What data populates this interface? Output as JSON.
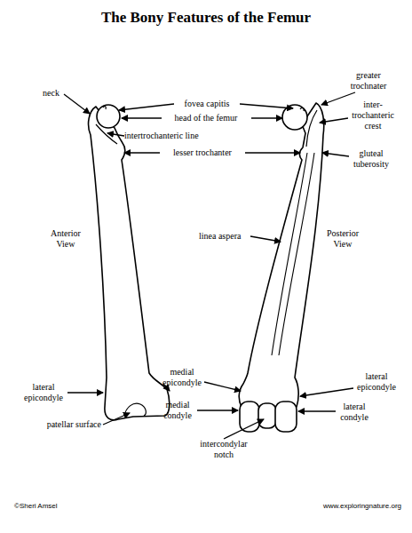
{
  "diagram": {
    "title": "The Bony Features of the Femur",
    "labels": [
      "neck",
      "fovea capitis",
      "greater trochnater",
      "head of the femur",
      "inter- trochanteric crest",
      "intertrochanteric line",
      "lesser trochanter",
      "gluteal tuberosity",
      "Anterior View",
      "linea aspera",
      "Posterior View",
      "medial epicondyle",
      "lateral epicondyle",
      "lateral epicondyle",
      "medial condyle",
      "lateral condyle",
      "patellar surface",
      "intercondylar notch",
      "©Sheri Amsel",
      "www.exploringnature.org"
    ]
  }
}
